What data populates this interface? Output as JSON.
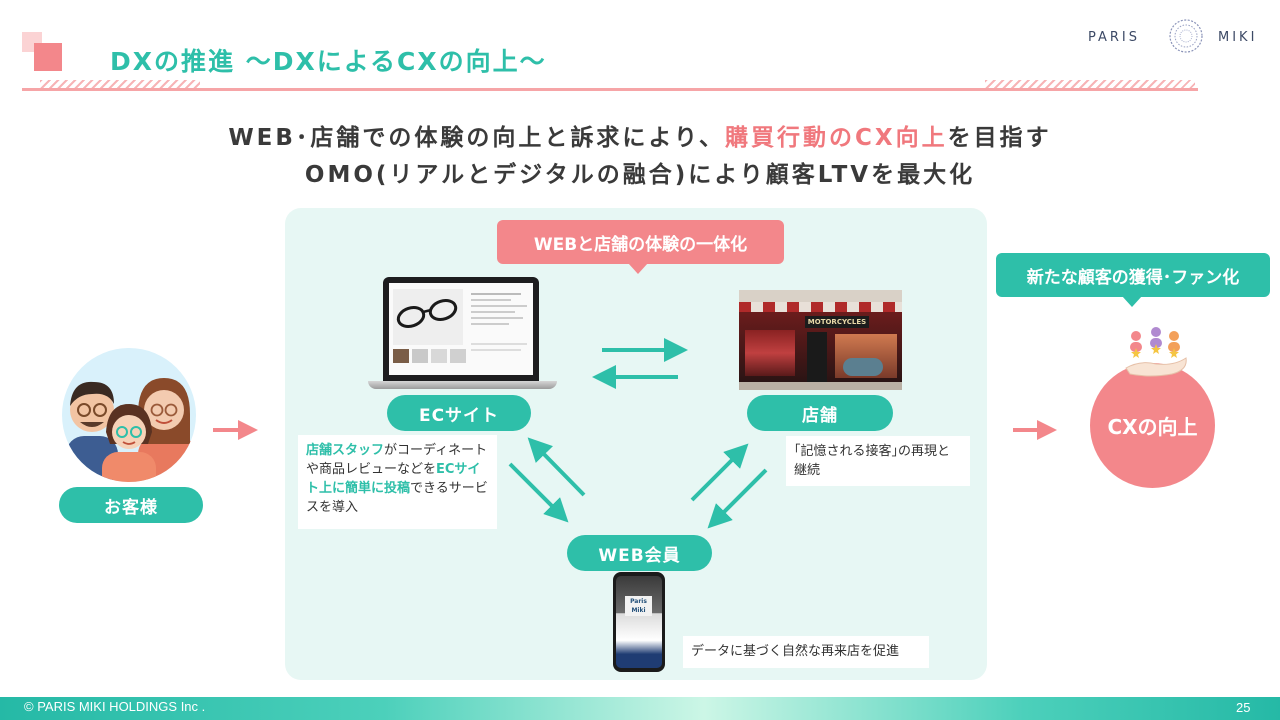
{
  "header": {
    "title": "DXの推進 ～DXによるCXの向上～",
    "logo_left": "PARIS",
    "logo_right": "MIKI"
  },
  "headline": {
    "line1_a": "WEB･店舗での体験の向上と訴求により、",
    "line1_b": "購買行動のCX向上",
    "line1_c": "を目指す",
    "line2": "OMO(リアルとデジタルの融合)により顧客LTVを最大化"
  },
  "diagram": {
    "callout_integration": "WEBと店舗の体験の一体化",
    "callout_acquisition": "新たな顧客の獲得･ファン化",
    "customer_label": "お客様",
    "ec_site_label": "ECサイト",
    "store_label": "店舗",
    "web_member_label": "WEB会員",
    "cx_label": "CXの向上",
    "store_photo_sign": "MOTORCYCLES",
    "phone_logo": "Paris Miki",
    "note_ec": {
      "part1": "店舗スタッフ",
      "part2": "がコーディネートや商品レビューなどを",
      "part3": "ECサイト上に簡単に投稿",
      "part4": "できるサービスを導入"
    },
    "note_store": "｢記憶される接客｣の再現と継続",
    "note_member": "データに基づく自然な再来店を促進"
  },
  "footer": {
    "copyright": "© PARIS MIKI HOLDINGS Inc .",
    "page_number": "25"
  },
  "colors": {
    "teal": "#2ebfa9",
    "pink": "#f3878b",
    "panel": "#e7f7f4"
  }
}
